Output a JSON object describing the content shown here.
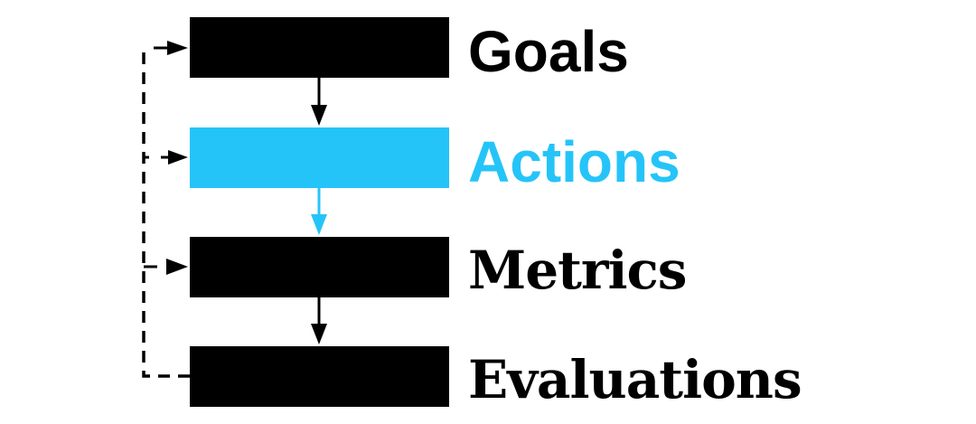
{
  "diagram": {
    "colors": {
      "default": "#000000",
      "highlight": "#25c4f8",
      "background": "#ffffff"
    },
    "steps": [
      {
        "label": "Goals",
        "color": "#000000",
        "highlighted": false
      },
      {
        "label": "Actions",
        "color": "#25c4f8",
        "highlighted": true
      },
      {
        "label": "Metrics",
        "color": "#000000",
        "highlighted": false
      },
      {
        "label": "Evaluations",
        "color": "#000000",
        "highlighted": false
      }
    ],
    "flow_arrows": [
      {
        "from": "Goals",
        "to": "Actions",
        "color": "#000000",
        "style": "solid"
      },
      {
        "from": "Actions",
        "to": "Metrics",
        "color": "#25c4f8",
        "style": "solid"
      },
      {
        "from": "Metrics",
        "to": "Evaluations",
        "color": "#000000",
        "style": "solid"
      }
    ],
    "feedback_loop": {
      "from": "Evaluations",
      "to": [
        "Goals",
        "Actions",
        "Metrics"
      ],
      "style": "dashed",
      "color": "#000000"
    }
  }
}
